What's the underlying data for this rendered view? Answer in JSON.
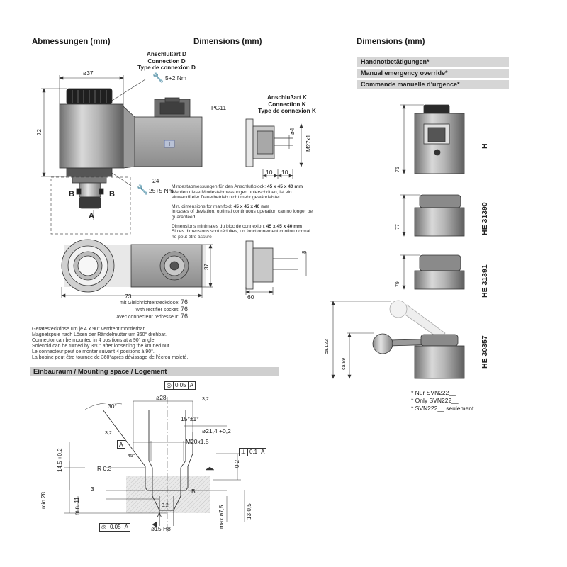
{
  "headers": {
    "de": "Abmessungen (mm)",
    "en": "Dimensions (mm)",
    "fr": "Dimensions (mm)"
  },
  "connector_d": {
    "de": "Anschlußart D",
    "en": "Connection D",
    "fr": "Type de connexion D"
  },
  "connector_k": {
    "de": "Anschlußart K",
    "en": "Connection K",
    "fr": "Type de connexion K"
  },
  "main_dims": {
    "dia37": "ø37",
    "torque_top": "5+2 Nm",
    "pg": "PG11",
    "height": "72",
    "hex": "24",
    "torque_bottom": "25+5 Nm",
    "port_b_left": "B",
    "port_b_right": "B",
    "port_a": "A",
    "width73": "73",
    "height37": "37"
  },
  "k_dims": {
    "d4": "ø4",
    "m27": "M27x1",
    "w10a": "10",
    "w10b": "10",
    "d8": "8",
    "w60": "60"
  },
  "min_block": {
    "de_1a": "Mindestabmessungen für den Anschlußblock: ",
    "de_1b": "45 x 45 x 40 mm",
    "de_2": "Werden diese Mindestabmessungen unterschritten, ist ein",
    "de_3": "einwandfreier Dauerbetrieb nicht mehr gewährleistet",
    "en_1a": "Min. dimensions for manifold: ",
    "en_1b": "45 x 45 x 40 mm",
    "en_2": "In cases of deviation, optimal continuous operation can no longer be",
    "en_3": "guaranteed",
    "fr_1a": "Dimensions minimales du bloc de connexion: ",
    "fr_1b": "45 x 45 x 40 mm",
    "fr_2": "Si ces dimensions sont réduites, un fonctionnement continu normal",
    "fr_3": "ne peut être assuré"
  },
  "rectifier": {
    "de": "mit Gleichrichtersteckdose: ",
    "de_v": "76",
    "en": "with rectifier socket: ",
    "en_v": "76",
    "fr": "avec connecteur redresseur: ",
    "fr_v": "76"
  },
  "connector_note": {
    "l1": "Gerätesteckdose um je 4 x 90° verdreht montierbar.",
    "l2": "Magnetspule nach Lösen der Rändelmutter um 360° drehbar.",
    "l3": "Connector can be mounted in 4 positions at a 90° angle.",
    "l4": "Solenoid can be turned by 360° after loosening the knurled nut.",
    "l5": "Le connecteur peut se monter suivant 4 positions à 90°.",
    "l6": "La bobine peut être tournée de 360°après dévissage de l’écrou moleté."
  },
  "override": {
    "de": "Handnotbetätigungen*",
    "en": "Manual emergency override*",
    "fr": "Commande manuelle d’urgence*",
    "dim75": "75",
    "dim77": "77",
    "dim79": "79",
    "dim122": "ca.122",
    "dim89": "ca.89",
    "models": [
      "H",
      "HE 31390",
      "HE 31391",
      "HE 30357"
    ]
  },
  "footnote": {
    "l1": "* Nur SVN222__",
    "l2": "* Only SVN222__",
    "l3": "* SVN222__ seulement"
  },
  "mounting": {
    "title": "Einbauraum / Mounting space / Logement",
    "fcf_top": [
      "◎",
      "0,05",
      "A"
    ],
    "fcf_right": [
      "⊥",
      "0,1",
      "A"
    ],
    "fcf_bottom": [
      "◎",
      "0,05",
      "A"
    ],
    "angle30": "30°",
    "dia28": "ø28",
    "ra_top": "3,2",
    "angle15": "15°±1°",
    "ra_left": "3,2",
    "dia214": "ø21,4 +0,2",
    "datum_a": "A",
    "m20": "M20x1,5",
    "h145": "14,5 +0,2",
    "r03": "R 0,3",
    "angle45": "45°",
    "d02": "0,2",
    "d3": "3",
    "datum_b": "B",
    "min28": "min.28",
    "min11": "min. 11",
    "ra_bottom": "3,2",
    "bottom_a": "A",
    "max75": "max.ø7,5",
    "dim13": "13-0,5",
    "dia15": "ø15 H8"
  }
}
